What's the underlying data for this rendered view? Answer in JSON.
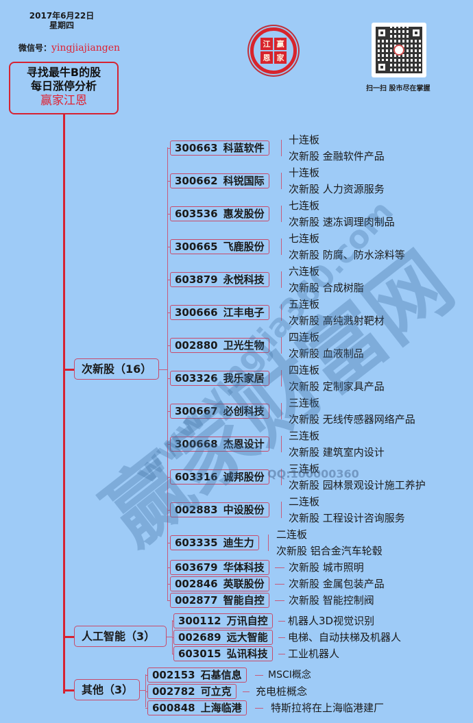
{
  "header": {
    "date": "2017年6月22日",
    "weekday": "星期四",
    "wechat_label": "微信号：",
    "wechat_id": "yingjiajiangen",
    "qr_caption": "扫一扫  股市尽在掌握",
    "logo_chars": [
      "江",
      "赢",
      "恩",
      "家"
    ]
  },
  "root": {
    "line1": "寻找最牛B的股",
    "line2": "每日涨停分析",
    "line3": "赢家江恩"
  },
  "watermark": {
    "main": "赢家财富网",
    "url": "www.yingjia360.com",
    "qq": "QQ:100000360"
  },
  "colors": {
    "background": "#9ecbf7",
    "accent_red": "#d62231",
    "branch_pink": "#c84a6a"
  },
  "categories": [
    {
      "label": "次新股（16）",
      "stocks": [
        {
          "code": "300663",
          "name": "科蓝软件",
          "notes": [
            "十连板",
            "次新股  金融软件产品"
          ]
        },
        {
          "code": "300662",
          "name": "科锐国际",
          "notes": [
            "十连板",
            "次新股  人力资源服务"
          ]
        },
        {
          "code": "603536",
          "name": "惠发股份",
          "notes": [
            "七连板",
            "次新股  速冻调理肉制品"
          ]
        },
        {
          "code": "300665",
          "name": "飞鹿股份",
          "notes": [
            "七连板",
            "次新股  防腐、防水涂料等"
          ]
        },
        {
          "code": "603879",
          "name": "永悦科技",
          "notes": [
            "六连板",
            "次新股  合成树脂"
          ]
        },
        {
          "code": "300666",
          "name": "江丰电子",
          "notes": [
            "五连板",
            "次新股  高纯溅射靶材"
          ]
        },
        {
          "code": "002880",
          "name": "卫光生物",
          "notes": [
            "四连板",
            "次新股  血液制品"
          ]
        },
        {
          "code": "603326",
          "name": "我乐家居",
          "notes": [
            "四连板",
            "次新股  定制家具产品"
          ]
        },
        {
          "code": "300667",
          "name": "必创科技",
          "notes": [
            "三连板",
            "次新股  无线传感器网络产品"
          ]
        },
        {
          "code": "300668",
          "name": "杰恩设计",
          "notes": [
            "三连板",
            "次新股  建筑室内设计"
          ]
        },
        {
          "code": "603316",
          "name": "诚邦股份",
          "notes": [
            "三连板",
            "次新股  园林景观设计施工养护"
          ]
        },
        {
          "code": "002883",
          "name": "中设股份",
          "notes": [
            "二连板",
            "次新股  工程设计咨询服务"
          ]
        },
        {
          "code": "603335",
          "name": "迪生力",
          "notes": [
            "二连板",
            "次新股  铝合金汽车轮毂"
          ]
        },
        {
          "code": "603679",
          "name": "华体科技",
          "notes": [
            "次新股  城市照明"
          ]
        },
        {
          "code": "002846",
          "name": "英联股份",
          "notes": [
            "次新股  金属包装产品"
          ]
        },
        {
          "code": "002877",
          "name": "智能自控",
          "notes": [
            "次新股  智能控制阀"
          ]
        }
      ]
    },
    {
      "label": "人工智能（3）",
      "stocks": [
        {
          "code": "300112",
          "name": "万讯自控",
          "notes": [
            "机器人3D视觉识别"
          ]
        },
        {
          "code": "002689",
          "name": "远大智能",
          "notes": [
            "电梯、自动扶梯及机器人"
          ]
        },
        {
          "code": "603015",
          "name": "弘讯科技",
          "notes": [
            "工业机器人"
          ]
        }
      ]
    },
    {
      "label": "其他（3）",
      "stocks": [
        {
          "code": "002153",
          "name": "石基信息",
          "notes": [
            "MSCI概念"
          ]
        },
        {
          "code": "002782",
          "name": "可立克",
          "notes": [
            "充电桩概念"
          ]
        },
        {
          "code": "600848",
          "name": "上海临港",
          "notes": [
            "特斯拉将在上海临港建厂"
          ]
        }
      ]
    }
  ]
}
